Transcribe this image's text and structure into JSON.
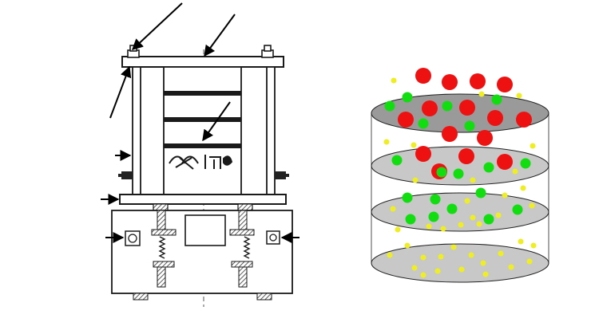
{
  "figure": {
    "left_panel": {
      "name": "sieve-shaker-schematic",
      "sieve_count": 3,
      "arrow_count": 8,
      "colors": {
        "line": "#1a1a1a",
        "hatch": "#333333",
        "accent": "#000000"
      }
    },
    "right_panel": {
      "name": "particle-separation-illustration",
      "tray_count": 4,
      "particle_classes": [
        {
          "name": "large",
          "color": "#ee1111"
        },
        {
          "name": "medium",
          "color": "#11dd11"
        },
        {
          "name": "small",
          "color": "#eeee22"
        }
      ],
      "colors": {
        "tray_fill": "#c8c8c8",
        "top_tray_fill": "#9a9a9a",
        "outline": "#222222"
      }
    }
  }
}
